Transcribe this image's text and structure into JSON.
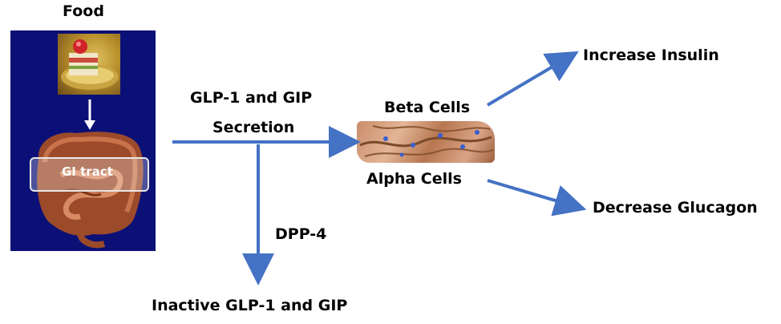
{
  "food_label": "Food",
  "gi_label": "GI tract",
  "secretion_label_line1": "GLP-1 and GIP",
  "secretion_label_line2": "Secretion",
  "beta_label": "Beta Cells",
  "alpha_label": "Alpha Cells",
  "dpp_label": "DPP-4",
  "inactive_label": "Inactive GLP-1 and GIP",
  "insulin_label": "Increase Insulin",
  "glucagon_label": "Decrease Glucagon",
  "colors": {
    "arrow": "#4472c4",
    "panel": "#0b1077",
    "intestine": "#a5532f",
    "white_arrow": "#ffffff"
  },
  "icons": [
    "food-photo",
    "white-down-arrow-icon",
    "intestine-illustration",
    "pancreatic-cells-photo"
  ]
}
